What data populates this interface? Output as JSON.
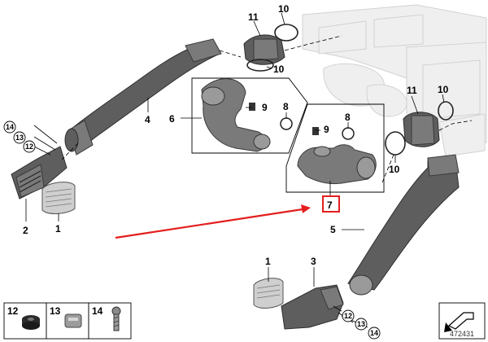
{
  "callouts": {
    "c10_top": "10",
    "c11_top": "11",
    "c10_mid": "10",
    "c4": "4",
    "c6": "6",
    "c9_upper": "9",
    "c8_upper": "8",
    "c8_lower": "8",
    "c9_lower": "9",
    "c7": "7",
    "c11_right": "11",
    "c10_right_top": "10",
    "c10_right_bottom": "10",
    "c14_left": "14",
    "c13_left": "13",
    "c12_left": "12",
    "c2": "2",
    "c1_left": "1",
    "c5": "5",
    "c1_bottom": "1",
    "c3": "3",
    "c12_bottom": "12",
    "c13_bottom": "13",
    "c14_bottom": "14"
  },
  "legend": {
    "items": [
      {
        "number": "12",
        "icon": "grommet-icon"
      },
      {
        "number": "13",
        "icon": "clip-nut-icon"
      },
      {
        "number": "14",
        "icon": "screw-icon"
      }
    ]
  },
  "reference_number": "472431",
  "colors": {
    "highlight": "#e41e1e",
    "part": "#5e5e5e",
    "ghost": "#efefef"
  }
}
